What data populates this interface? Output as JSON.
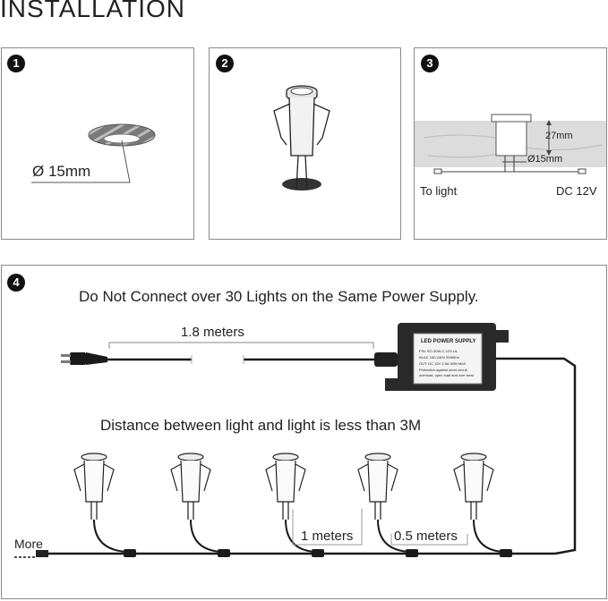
{
  "title": "INSTALLATION",
  "steps": [
    {
      "number": "1",
      "hole_label": "Ø 15mm"
    },
    {
      "number": "2"
    },
    {
      "number": "3",
      "depth_label": "27mm",
      "diameter_label": "Ø15mm",
      "left_label": "To light",
      "right_label": "DC 12V"
    },
    {
      "number": "4",
      "warning": "Do Not Connect over 30 Lights on the Same Power Supply.",
      "cable_length": "1.8 meters",
      "distance_note": "Distance between light and light is less than 3M",
      "spacing_label_1": "1 meters",
      "spacing_label_2": "0.5 meters",
      "more_label": "More"
    }
  ],
  "power_supply_label": {
    "title": "LED POWER SUPPLY",
    "lines": [
      "P/N: SO-30W-C-12V-UL",
      "IN:AC 100-240V 50/60Hz",
      "OUT: DC 12V 2.5A 30W MAX",
      "Protection against short circuit,",
      "overload, open load and over heat"
    ]
  },
  "colors": {
    "border": "#8a8a8a",
    "badge": "#111111",
    "cable": "#1a1a1a",
    "wood": "#dcdcdc"
  }
}
